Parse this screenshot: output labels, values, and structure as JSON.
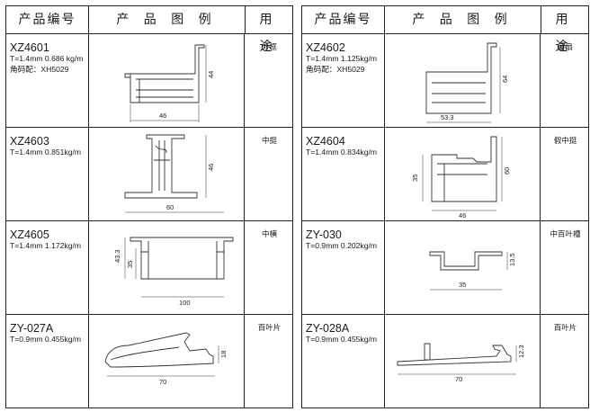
{
  "header": {
    "code_col": "产品编号",
    "drawing_col": "产 品 图 例",
    "use_col": "用 途"
  },
  "left": [
    {
      "code": "XZ4601",
      "spec": "T=1.4mm  0.686 kg/m",
      "corner": "角码配：XH5029",
      "use": "外框",
      "dims": [
        "44",
        "46"
      ]
    },
    {
      "code": "XZ4603",
      "spec": "T=1.4mm  0.851kg/m",
      "corner": "",
      "use": "中挺",
      "dims": [
        "46",
        "60"
      ]
    },
    {
      "code": "XZ4605",
      "spec": "T=1.4mm   1.172kg/m",
      "corner": "",
      "use": "中横",
      "dims": [
        "43.3",
        "35",
        "100"
      ]
    },
    {
      "code": "ZY-027A",
      "spec": "T=0.9mm  0.455kg/m",
      "corner": "",
      "use": "百叶片",
      "dims": [
        "18",
        "70"
      ]
    }
  ],
  "right": [
    {
      "code": "XZ4602",
      "spec": "T=1.4mm  1.125kg/m",
      "corner": "角码配：XH5029",
      "use": "窗扇",
      "dims": [
        "64",
        "53.3"
      ]
    },
    {
      "code": "XZ4604",
      "spec": "T=1.4mm  0.834kg/m",
      "corner": "",
      "use": "假中挺",
      "dims": [
        "35",
        "60",
        "46"
      ]
    },
    {
      "code": "ZY-030",
      "spec": "T=0.9mm  0.202kg/m",
      "corner": "",
      "use": "中百叶槽",
      "dims": [
        "13.5",
        "35"
      ]
    },
    {
      "code": "ZY-028A",
      "spec": "T=0.9mm  0.455kg/m",
      "corner": "",
      "use": "百叶片",
      "dims": [
        "12.3",
        "70"
      ]
    }
  ]
}
